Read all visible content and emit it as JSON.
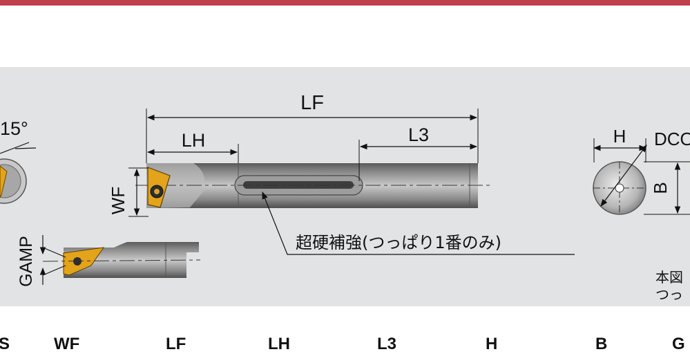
{
  "diagram": {
    "labels": {
      "lf": "LF",
      "lh": "LH",
      "l3": "L3",
      "wf": "WF",
      "gamp": "GAMP",
      "angle": "15°",
      "h": "H",
      "dcon": "DCON",
      "b": "B",
      "carbide_note": "超硬補強(つっぱり1番のみ)",
      "side_note_1": "本図",
      "side_note_2": "つっ"
    }
  },
  "table_header": {
    "columns": [
      "S",
      "WF",
      "LF",
      "LH",
      "L3",
      "H",
      "B",
      "G"
    ]
  },
  "colors": {
    "accent_bar": "#c0404e",
    "panel_bg": "#e2e3e4",
    "insert_gold": "#e3a31a"
  }
}
